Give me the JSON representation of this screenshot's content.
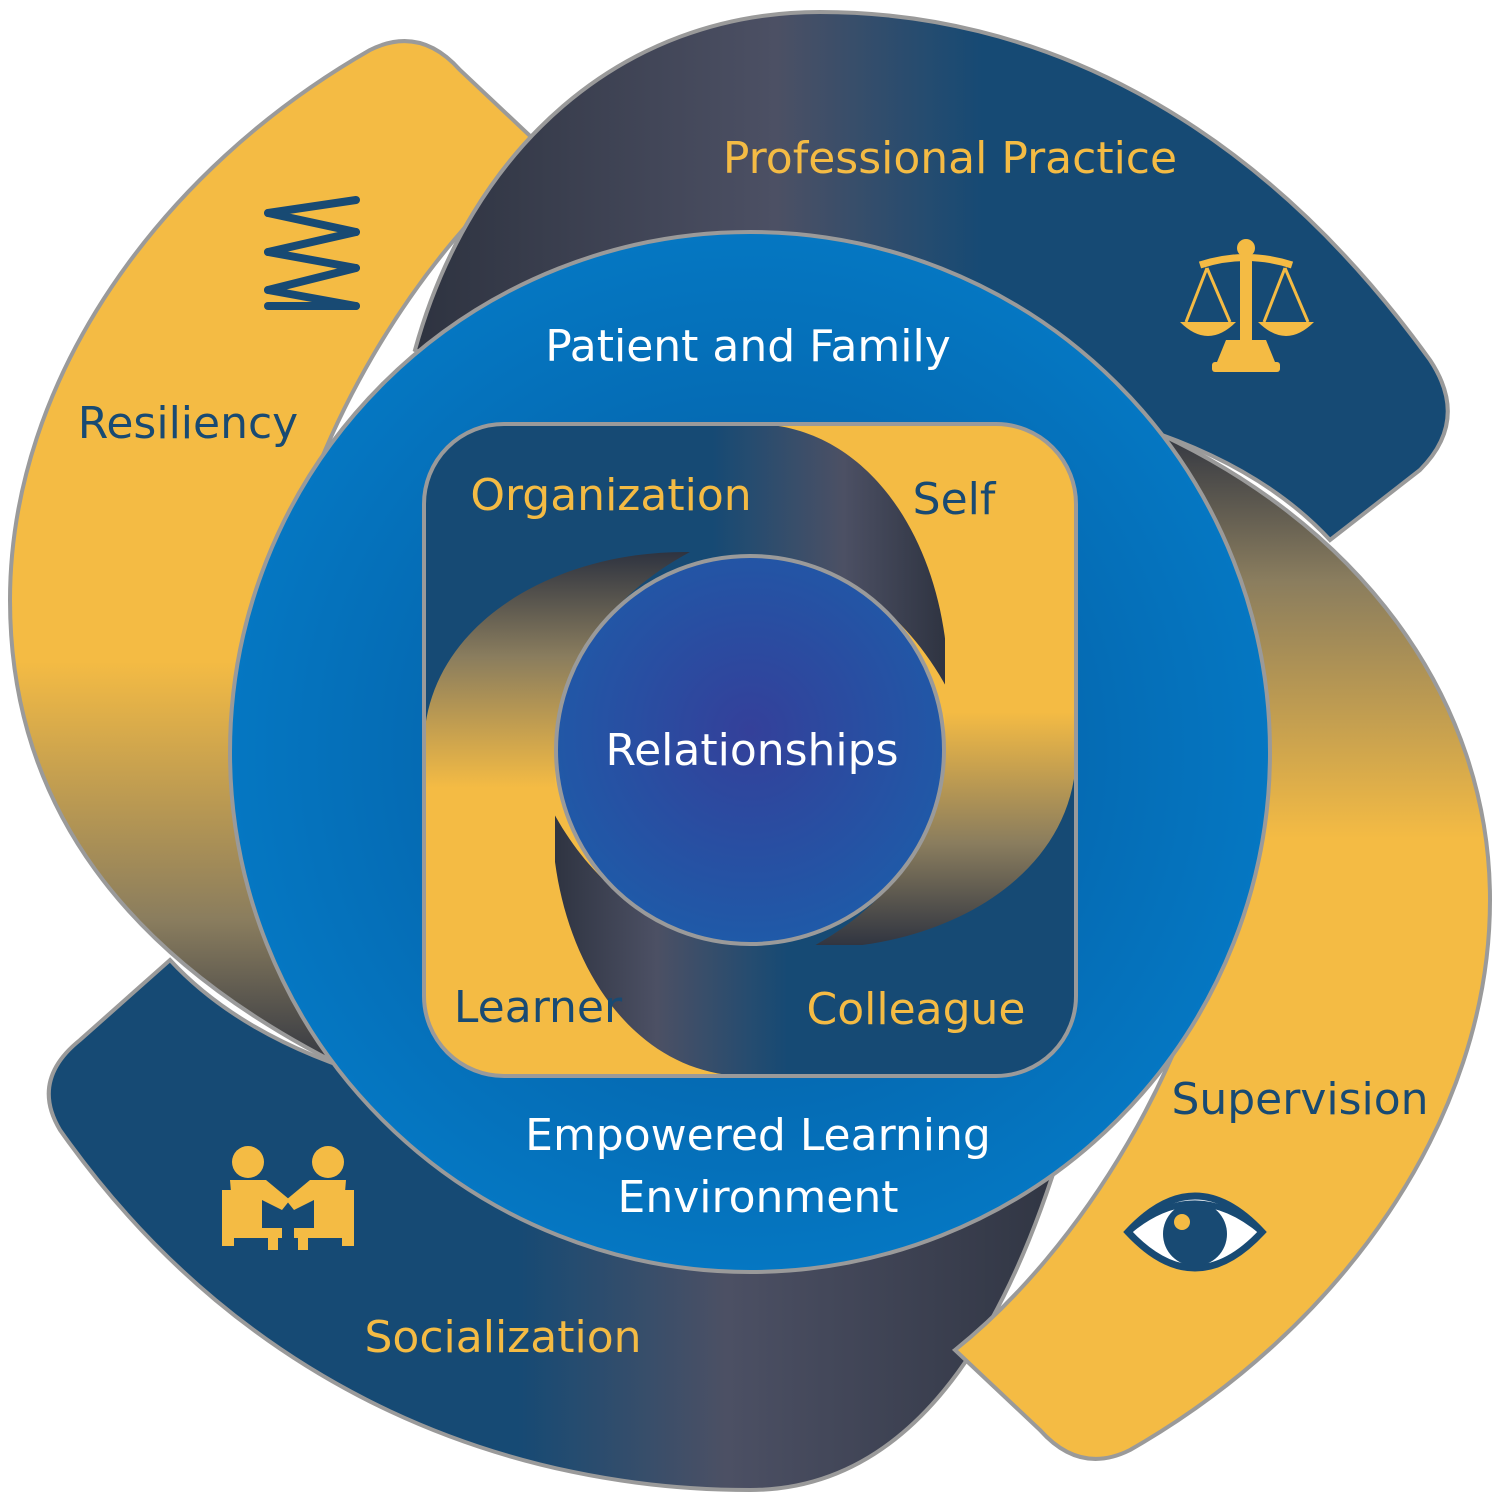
{
  "colors": {
    "gold": "#f4bb44",
    "navy": "#164a74",
    "ring_blue": "#0473bd",
    "center": "#2a47a0",
    "outline": "#9a9a9a"
  },
  "outer": {
    "resiliency": {
      "label": "Resiliency",
      "icon": "spring-icon"
    },
    "professional_practice": {
      "label": "Professional Practice",
      "icon": "scales-icon"
    },
    "supervision": {
      "label": "Supervision",
      "icon": "eye-icon"
    },
    "socialization": {
      "label": "Socialization",
      "icon": "people-talking-icon"
    }
  },
  "ring": {
    "top_label": "Patient and Family",
    "bottom_label_line1": "Empowered Learning",
    "bottom_label_line2": "Environment"
  },
  "inner": {
    "organization": "Organization",
    "self": "Self",
    "learner": "Learner",
    "colleague": "Colleague"
  },
  "center": {
    "label": "Relationships"
  }
}
